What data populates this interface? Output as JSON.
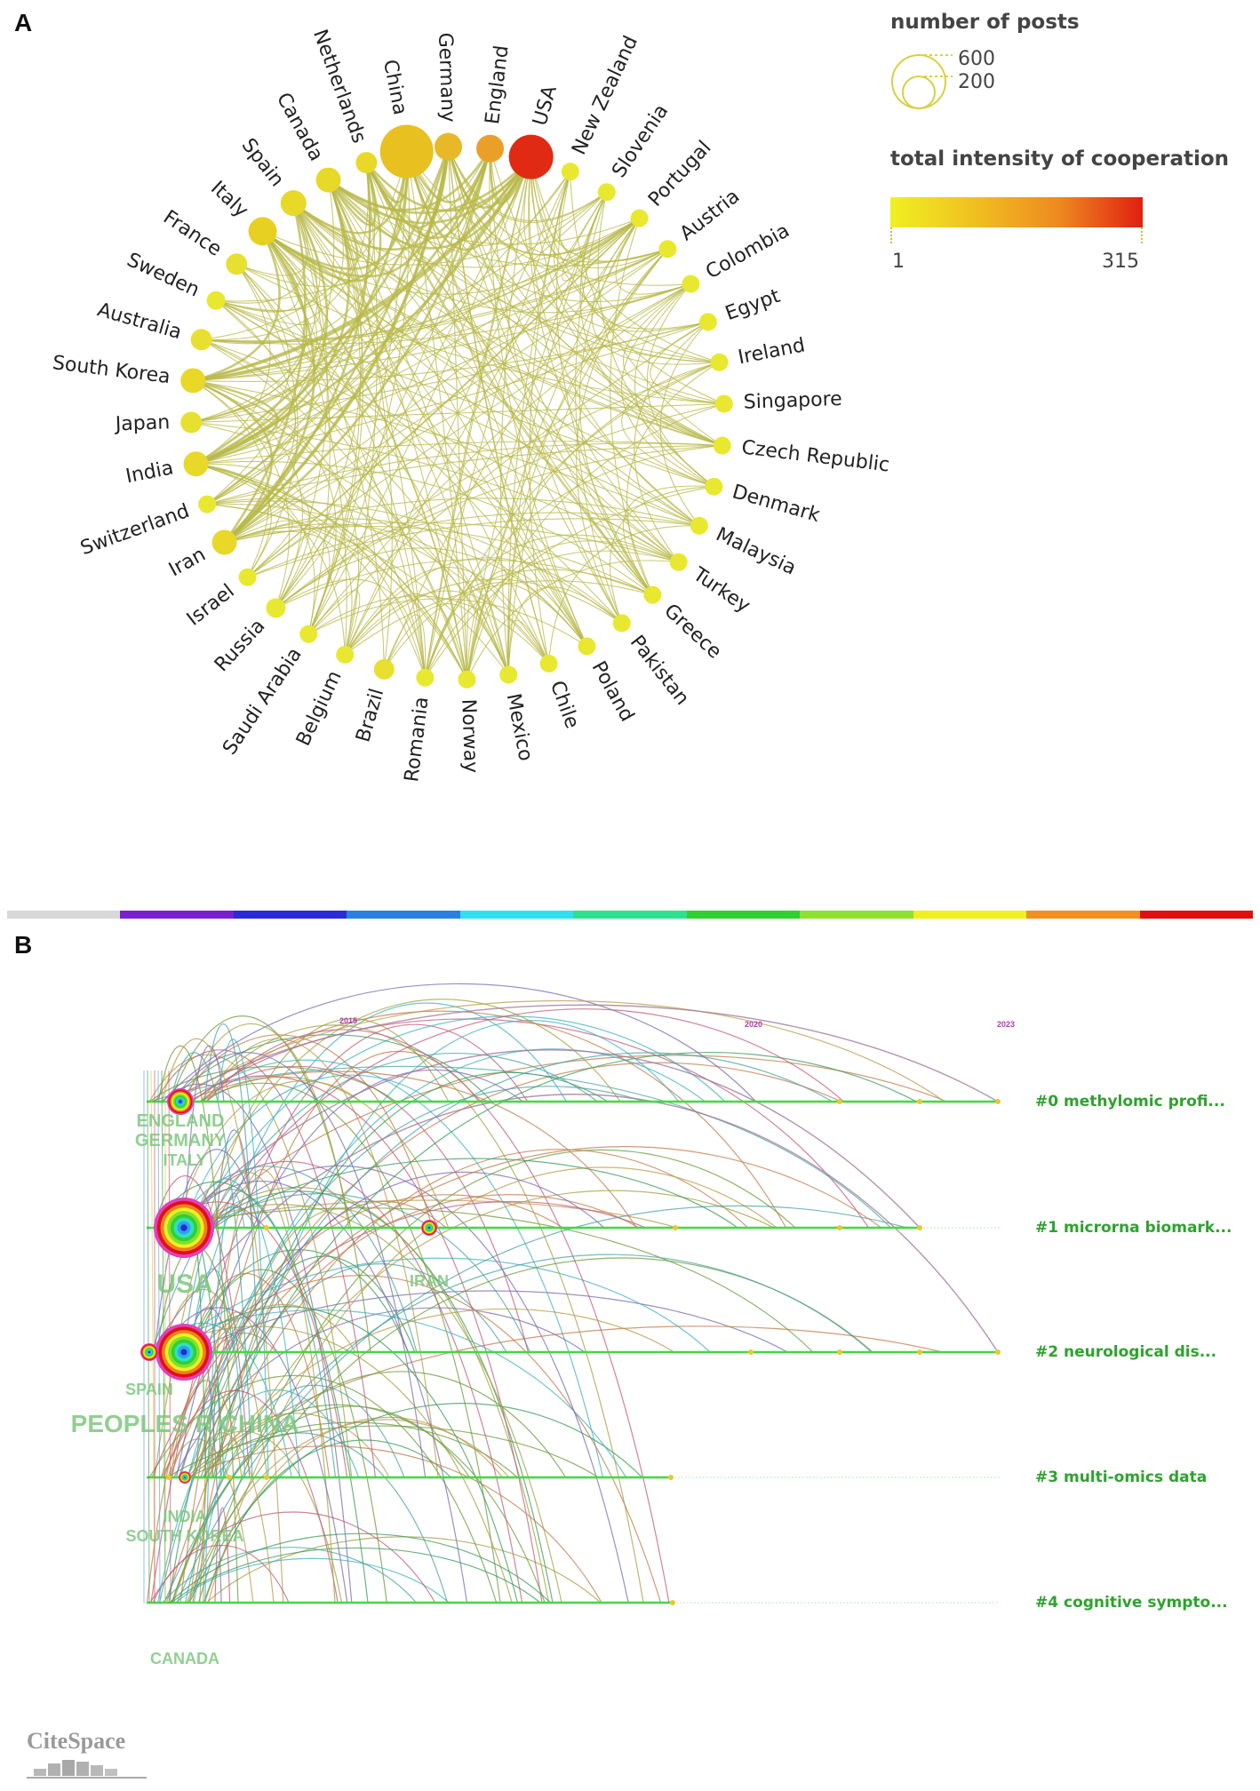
{
  "panel_a": {
    "letter": "A",
    "legend": {
      "size_title": "number of posts",
      "size_values": [
        "600",
        "200"
      ],
      "color_title": "total intensity of cooperation",
      "color_min": "1",
      "color_max": "315",
      "gradient_colors": [
        "#f0f020",
        "#f0c020",
        "#ee8a20",
        "#e02010"
      ]
    },
    "edge_color": "#b8b84a",
    "countries": [
      {
        "name": "USA",
        "size": 4,
        "color": "#e02a14"
      },
      {
        "name": "New Zealand",
        "size": 1,
        "color": "#e8e830"
      },
      {
        "name": "Slovenia",
        "size": 1,
        "color": "#e8e830"
      },
      {
        "name": "Portugal",
        "size": 1,
        "color": "#e8e830"
      },
      {
        "name": "Austria",
        "size": 1,
        "color": "#e8e830"
      },
      {
        "name": "Colombia",
        "size": 1,
        "color": "#e8e830"
      },
      {
        "name": "Egypt",
        "size": 1,
        "color": "#e8e830"
      },
      {
        "name": "Ireland",
        "size": 1,
        "color": "#e8e830"
      },
      {
        "name": "Singapore",
        "size": 1,
        "color": "#e8e830"
      },
      {
        "name": "Czech Republic",
        "size": 1,
        "color": "#e8e830"
      },
      {
        "name": "Denmark",
        "size": 1,
        "color": "#e8e830"
      },
      {
        "name": "Malaysia",
        "size": 1,
        "color": "#e8e830"
      },
      {
        "name": "Turkey",
        "size": 1,
        "color": "#e8e830"
      },
      {
        "name": "Greece",
        "size": 1,
        "color": "#e8e830"
      },
      {
        "name": "Pakistan",
        "size": 1,
        "color": "#e8e830"
      },
      {
        "name": "Poland",
        "size": 1,
        "color": "#e8e830"
      },
      {
        "name": "Chile",
        "size": 1,
        "color": "#e8e830"
      },
      {
        "name": "Mexico",
        "size": 1,
        "color": "#e8e830"
      },
      {
        "name": "Norway",
        "size": 1,
        "color": "#e8e830"
      },
      {
        "name": "Romania",
        "size": 1,
        "color": "#e8e830"
      },
      {
        "name": "Brazil",
        "size": 1.3,
        "color": "#e8e030"
      },
      {
        "name": "Belgium",
        "size": 1,
        "color": "#e8e830"
      },
      {
        "name": "Saudi Arabia",
        "size": 1,
        "color": "#e8e830"
      },
      {
        "name": "Russia",
        "size": 1.2,
        "color": "#e8e830"
      },
      {
        "name": "Israel",
        "size": 1,
        "color": "#e8e830"
      },
      {
        "name": "Iran",
        "size": 1.8,
        "color": "#e8d828"
      },
      {
        "name": "Switzerland",
        "size": 1,
        "color": "#e8e830"
      },
      {
        "name": "India",
        "size": 1.8,
        "color": "#e8d828"
      },
      {
        "name": "Japan",
        "size": 1.4,
        "color": "#e8e030"
      },
      {
        "name": "South Korea",
        "size": 1.8,
        "color": "#e8d828"
      },
      {
        "name": "Australia",
        "size": 1.4,
        "color": "#e8e030"
      },
      {
        "name": "Sweden",
        "size": 1.1,
        "color": "#e8e830"
      },
      {
        "name": "France",
        "size": 1.4,
        "color": "#e8e030"
      },
      {
        "name": "Italy",
        "size": 2.2,
        "color": "#e8d020"
      },
      {
        "name": "Spain",
        "size": 1.9,
        "color": "#e8d828"
      },
      {
        "name": "Canada",
        "size": 1.8,
        "color": "#e8d828"
      },
      {
        "name": "Netherlands",
        "size": 1.4,
        "color": "#e8d828"
      },
      {
        "name": "China",
        "size": 5,
        "color": "#e8c020"
      },
      {
        "name": "Germany",
        "size": 2.1,
        "color": "#e8b828"
      },
      {
        "name": "England",
        "size": 2.1,
        "color": "#eaa028"
      }
    ]
  },
  "panel_b": {
    "letter": "B",
    "clusters": [
      {
        "id": "#0 methylomic profi..."
      },
      {
        "id": "#1 microrna biomark..."
      },
      {
        "id": "#2 neurological dis..."
      },
      {
        "id": "#3 multi-omics data"
      },
      {
        "id": "#4 cognitive sympto..."
      }
    ],
    "years": [
      "2015",
      "2020",
      "2023"
    ],
    "node_labels": [
      "ENGLAND",
      "GERMANY",
      "ITALY",
      "USA",
      "IRAN",
      "SPAIN",
      "PEOPLES R CHINA",
      "INDIA",
      "SOUTH KOREA",
      "CANADA"
    ],
    "timeline_colors": [
      "#d8d8d8",
      "#7a1fd0",
      "#2a2ad8",
      "#2a80e0",
      "#30e0f0",
      "#30e090",
      "#30d030",
      "#90e030",
      "#f0f020",
      "#f09020",
      "#e01010"
    ],
    "logo_text": "CiteSpace"
  }
}
